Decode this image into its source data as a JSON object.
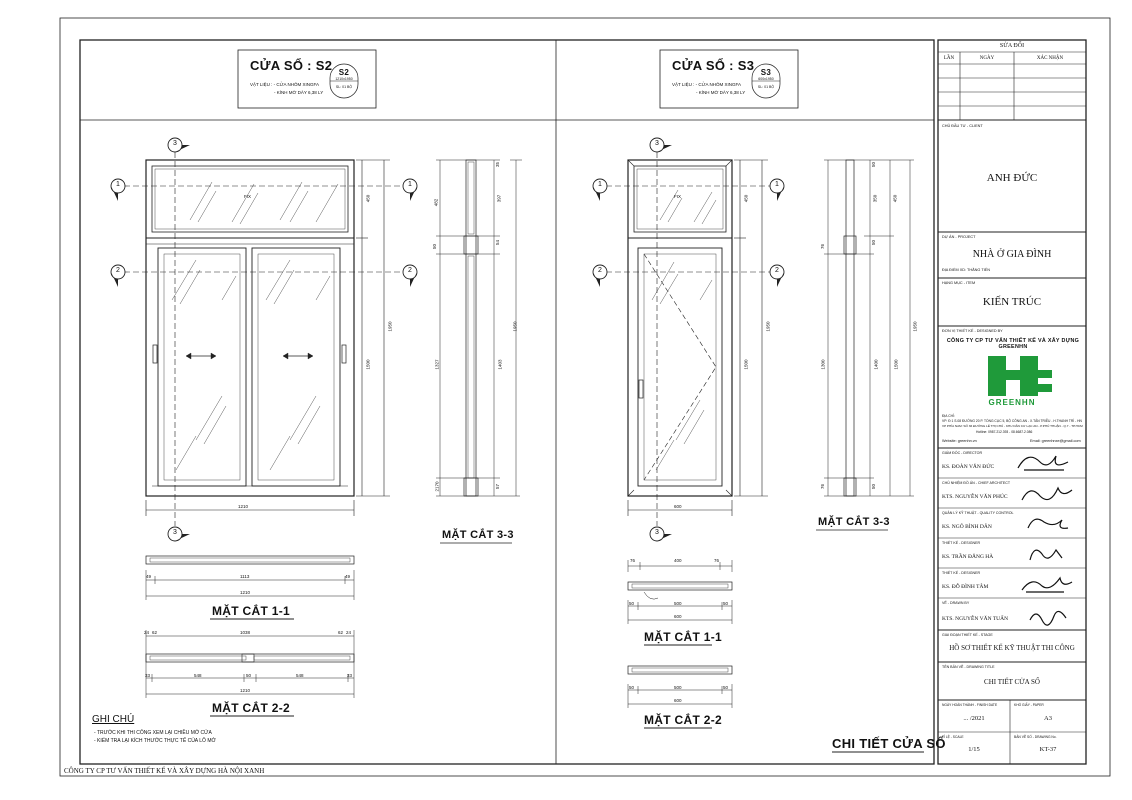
{
  "left_panel": {
    "title": "CỬA SỔ : S2",
    "tag_code": "S2",
    "tag_size": "1210x1950",
    "tag_qty": "SL: 01 BỘ",
    "material_1": "VẬT LIỆU : - CỬA NHÔM XINGFA",
    "material_2": "- KÍNH MỜ DÀY 6,38 LY",
    "fix_label": "FIX",
    "grid_1": "1",
    "grid_2": "2",
    "grid_3": "3",
    "elev_dims": {
      "top": "450",
      "bottom": "1500",
      "total": "1950",
      "width": "1210"
    },
    "sect33_dims": {
      "a": "35",
      "b": "482",
      "c": "397",
      "d": "50",
      "e": "54",
      "f": "1327",
      "g": "1403",
      "h": "1950",
      "i": "2170",
      "j": "57"
    },
    "sec11": {
      "left": "49",
      "mid": "1113",
      "right": "49",
      "total": "1210",
      "title": "MẶT CẮT 1-1"
    },
    "sec22": {
      "l1": "24",
      "l2": "62",
      "mid": "1038",
      "r1": "62",
      "r2": "24",
      "a": "33",
      "b": "548",
      "c": "50",
      "d": "548",
      "e": "33",
      "total": "1210",
      "title": "MẶT CẮT 2-2"
    },
    "sect33_title": "MẶT CẮT 3-3",
    "notes_title": "GHI CHÚ",
    "note_1": "- TRƯỚC KHI THI CÔNG XEM LẠI CHIỀU MỞ CỬA",
    "note_2": "- KIỂM TRA LẠI KÍCH THƯỚC THỰC TẾ CỦA LỖ MỞ"
  },
  "right_panel": {
    "title": "CỬA SỔ : S3",
    "tag_code": "S3",
    "tag_size": "600x1950",
    "tag_qty": "SL: 01 BỘ",
    "material_1": "VẬT LIỆU : - CỬA NHÔM XINGFA",
    "material_2": "- KÍNH MỜ DÀY 6,38 LY",
    "fix_label": "FIX",
    "elev_dims": {
      "top": "450",
      "bottom": "1500",
      "total": "1950",
      "width": "600"
    },
    "sect33_dims": {
      "a": "50",
      "b": "350",
      "c": "50",
      "d": "76",
      "e": "1300",
      "f": "1400",
      "g": "1500",
      "h": "1950",
      "i": "76",
      "j": "50",
      "k": "450"
    },
    "sec11": {
      "l": "76",
      "mid": "400",
      "r": "76",
      "a": "50",
      "b": "500",
      "c": "50",
      "total": "600",
      "title": "MẶT CẮT 1-1"
    },
    "sec22": {
      "a": "50",
      "b": "500",
      "c": "50",
      "total": "600",
      "title": "MẶT CẮT 2-2"
    },
    "sect33_title": "MẶT CẮT 3-3",
    "sheet_title": "CHI TIẾT CỬA SỔ"
  },
  "title_block": {
    "revision_header": "SỬA ĐỔI",
    "rev_cols": [
      "LẦN",
      "NGÀY",
      "XÁC NHẬN"
    ],
    "owner_label": "CHỦ ĐẦU TƯ - CLIENT",
    "owner": "ANH ĐỨC",
    "project_label": "DỰ ÁN - PROJECT",
    "project": "NHÀ Ở GIA ĐÌNH",
    "location_label": "ĐỊA ĐIỂM XD: THĂNG TIẾN",
    "discipline_label": "HẠNG MỤC - ITEM",
    "discipline": "KIẾN TRÚC",
    "company_label": "ĐƠN VỊ THIẾT KẾ - DESIGNED BY",
    "company": "CÔNG TY CP TƯ VẤN THIẾT KẾ VÀ XÂY DỰNG GREENHN",
    "logo_text": "GREENHN",
    "address_1": "ĐỊA CHỈ:",
    "address_2": "VP: Đ 1 S.08 ĐƯỜNG 20 P. TỔNG CỤC 5, BỘ CÔNG AN - X.TÂN TRIỀU - H.THANH TRÌ - HN",
    "address_3": "VP PHÍA NAM: SỐ 36 ĐƯỜNG LÊ THỊ CHÚ - KHU DÂN CƯ LẠC AN - P.PHÚ THUẬN - Q.7 - TP.HCM",
    "hotline": "Hotline: 0987.212.393 - 08.6687.2.086",
    "website": "Website: greenhn.vn",
    "email": "Email: greenhnxe@gmail.com",
    "roles": [
      {
        "label": "GIÁM ĐỐC - DIRECTOR",
        "name": "KS. ĐOÀN VĂN ĐỨC"
      },
      {
        "label": "CHỦ NHIỆM ĐỒ ÁN - CHIEF ARCHITECT",
        "name": "KTS. NGUYỄN VĂN PHÚC"
      },
      {
        "label": "QUẢN LÝ KỸ THUẬT - QUALITY CONTROL",
        "name": "KS. NGÔ BÌNH DÂN"
      },
      {
        "label": "THIẾT KẾ - DESIGNER",
        "name": "KS. TRẦN ĐĂNG HÀ"
      },
      {
        "label": "THIẾT KẾ - DESIGNER",
        "name": "KS. ĐỖ ĐÌNH TÂM"
      },
      {
        "label": "VẼ - DRAWN BY",
        "name": "KTS. NGUYỄN VĂN TUẤN"
      }
    ],
    "stage_label": "GIAI ĐOẠN THIẾT KẾ - STAGE",
    "stage": "HỒ SƠ THIẾT KẾ KỸ THUẬT THI CÔNG",
    "drawing_label": "TÊN BẢN VẼ - DRAWING TITLE",
    "drawing": "CHI TIẾT CỬA SỔ",
    "date_label": "NGÀY HOÀN THÀNH - FINISH DATE",
    "date": "... /2021",
    "paper_label": "KHỔ GIẤY - PAPER",
    "paper": "A3",
    "scale_label": "TỈ LỆ - SCALE",
    "scale": "1/15",
    "sheet_no_label": "BẢN VẼ SỐ - DRAWING No.",
    "sheet_no": "KT-37"
  },
  "footer": "CÔNG TY CP TƯ VẤN THIẾT KẾ VÀ XÂY DỰNG HÀ NỘI XANH",
  "colors": {
    "line": "#222222",
    "logo_green": "#1f9a3a"
  }
}
